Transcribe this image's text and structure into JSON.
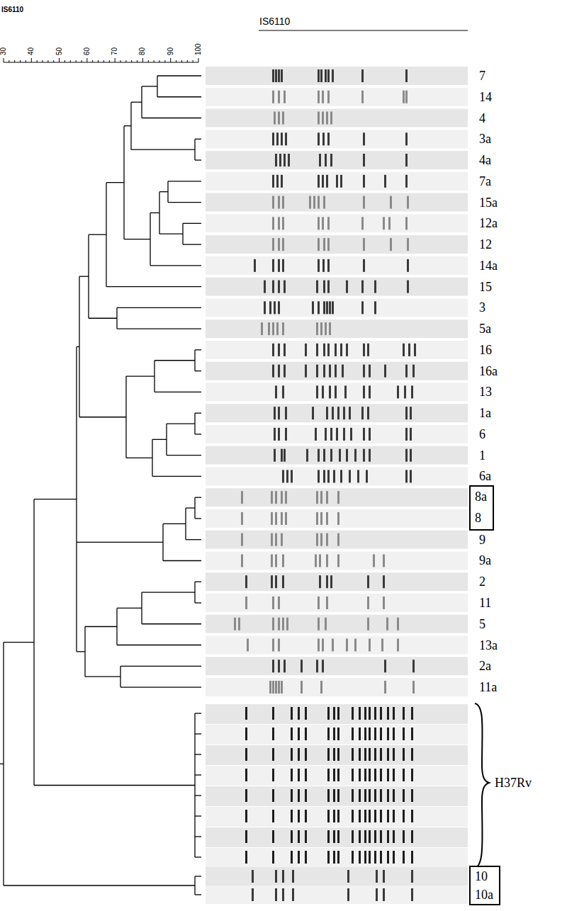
{
  "diagram": {
    "nodes": [
      {
        "text": [
          "8a",
          "8"
        ]
      },
      {
        "text": [
          "10",
          "10a"
        ]
      }
    ],
    "labels": [
      "IS6110",
      "30",
      "40",
      "50",
      "60",
      "70",
      "80",
      "90",
      "100",
      "IS6110",
      "7",
      "14",
      "4",
      "3a",
      "4a",
      "7a",
      "15a",
      "12a",
      "12",
      "14a",
      "15",
      "3",
      "5a",
      "16",
      "16a",
      "13",
      "1a",
      "6",
      "1",
      "6a",
      "9",
      "9a",
      "2",
      "11",
      "5",
      "13a",
      "2a",
      "11a",
      "H37Rv"
    ]
  }
}
